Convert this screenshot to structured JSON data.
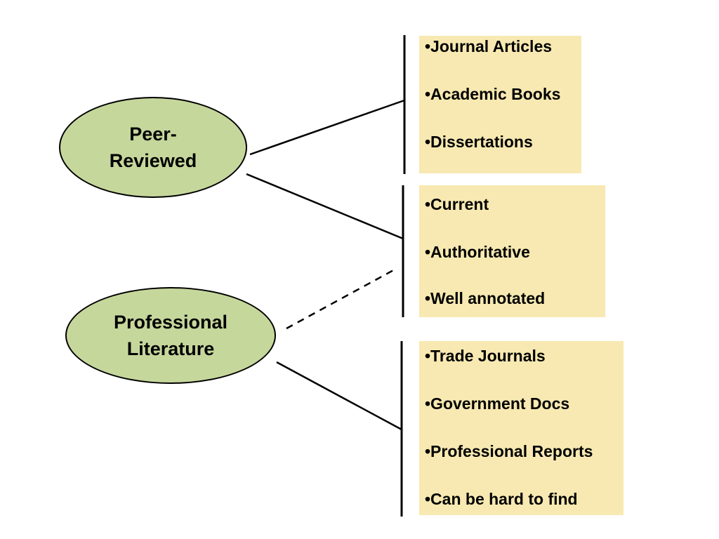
{
  "colors": {
    "ellipse_fill": "#c6d79c",
    "box_fill": "#f7e9b1",
    "line": "#000000"
  },
  "nodes": {
    "peer_reviewed": {
      "label": "Peer-\nReviewed"
    },
    "professional": {
      "label": "Professional\nLiterature"
    }
  },
  "boxes": {
    "peer_types": {
      "items": [
        "•Journal Articles",
        "•Academic Books",
        "•Dissertations"
      ]
    },
    "shared_qualities": {
      "items": [
        "•Current",
        "•Authoritative",
        "•Well annotated"
      ]
    },
    "professional_types": {
      "items": [
        "•Trade Journals",
        "•Government Docs",
        "•Professional Reports",
        "•Can be hard to find"
      ]
    }
  }
}
